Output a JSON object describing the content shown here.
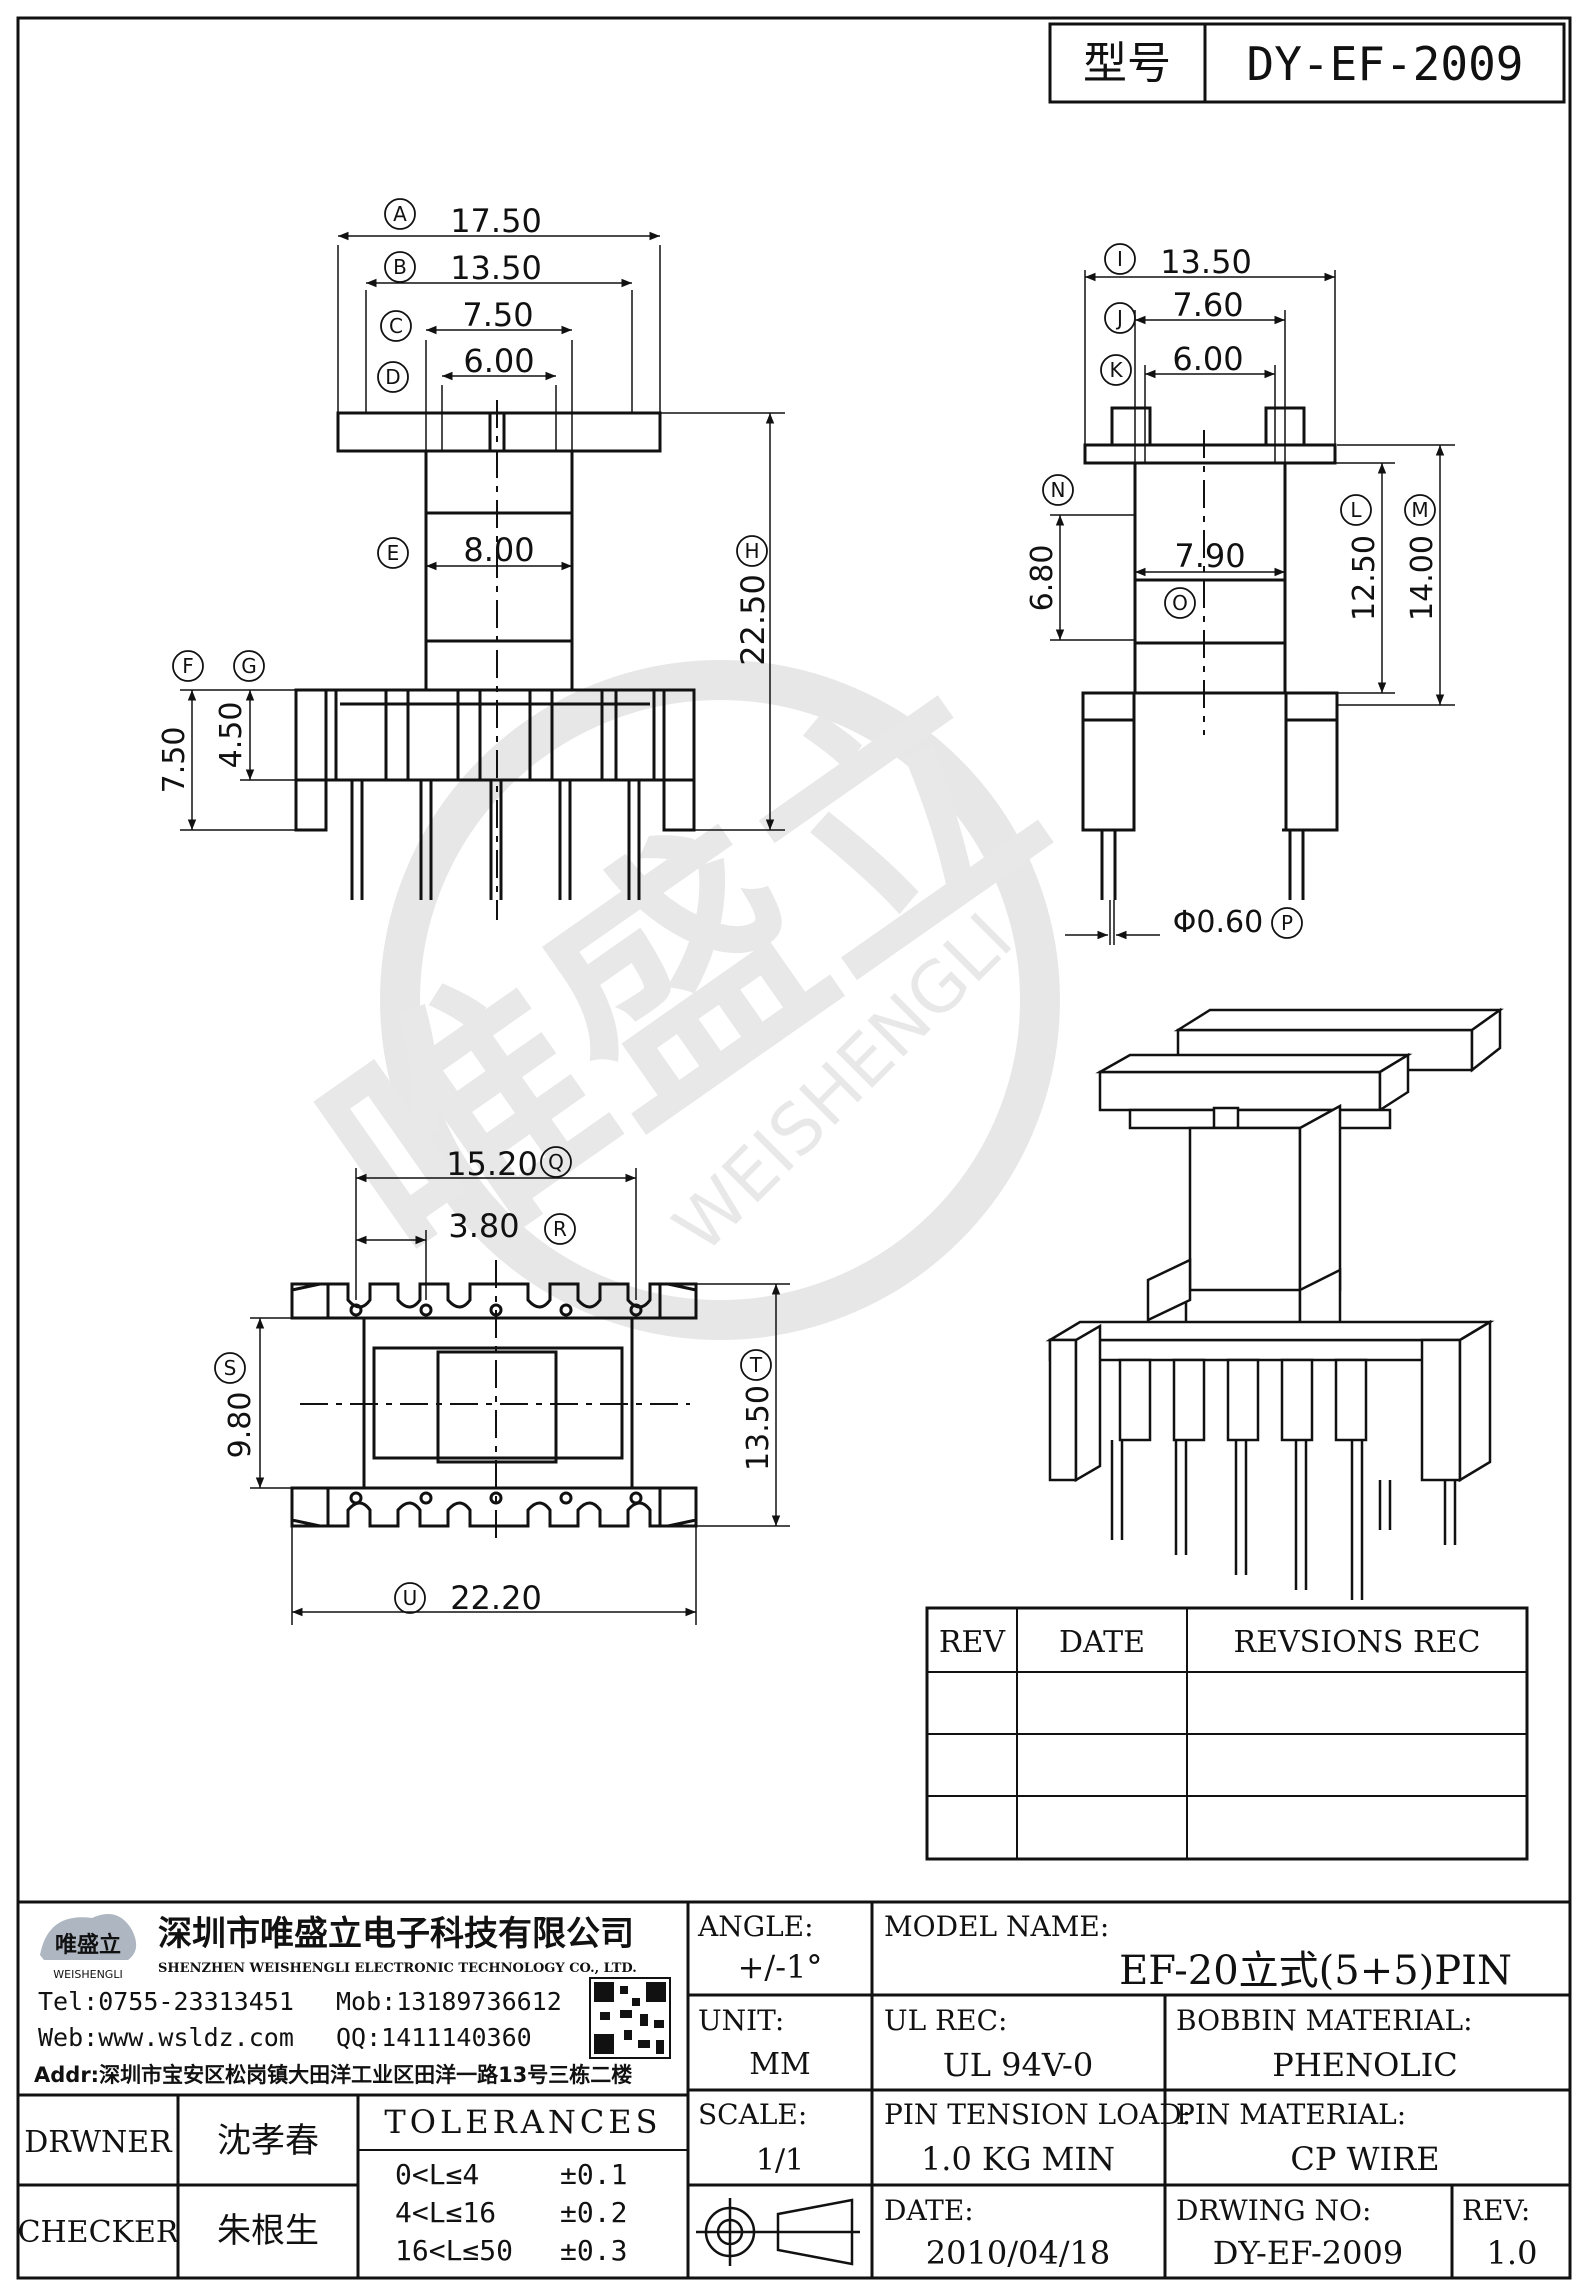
{
  "header": {
    "type_label": "型号",
    "part_no": "DY-EF-2009"
  },
  "dims": {
    "A": "17.50",
    "B": "13.50",
    "C": "7.50",
    "D": "6.00",
    "E": "8.00",
    "F": "7.50",
    "G": "4.50",
    "H": "22.50",
    "I": "13.50",
    "J": "7.60",
    "K": "6.00",
    "L": "12.50",
    "M": "14.00",
    "N": "6.80",
    "O": "7.90",
    "P": "Φ0.60",
    "Q": "15.20",
    "R": "3.80",
    "S": "9.80",
    "T": "13.50",
    "U": "22.20"
  },
  "letters": {
    "A": "A",
    "B": "B",
    "C": "C",
    "D": "D",
    "E": "E",
    "F": "F",
    "G": "G",
    "H": "H",
    "I": "I",
    "J": "J",
    "K": "K",
    "L": "L",
    "M": "M",
    "N": "N",
    "O": "O",
    "P": "P",
    "Q": "Q",
    "R": "R",
    "S": "S",
    "T": "T",
    "U": "U"
  },
  "watermark": {
    "cn": "唯盛立",
    "en": "WEISHENGLI"
  },
  "rev_table": {
    "headers": [
      "REV",
      "DATE",
      "REVSIONS REC"
    ],
    "rows": [
      [
        "",
        "",
        ""
      ],
      [
        "",
        "",
        ""
      ],
      [
        "",
        "",
        ""
      ]
    ]
  },
  "company": {
    "logo_cn": "唯盛立",
    "logo_en": "WEISHENGLI",
    "name_cn": "深圳市唯盛立电子科技有限公司",
    "name_en": "SHENZHEN WEISHENGLI ELECTRONIC TECHNOLOGY CO., LTD.",
    "tel": "Tel:0755-23313451",
    "mob": "Mob:13189736612",
    "web": "Web:www.wsldz.com",
    "qq": "QQ:1411140360",
    "addr": "Addr:深圳市宝安区松岗镇大田洋工业区田洋一路13号三栋二楼"
  },
  "title_block": {
    "angle_label": "ANGLE:",
    "angle_value": "+/-1°",
    "model_label": "MODEL NAME:",
    "model_value": "EF-20立式(5+5)PIN",
    "unit_label": "UNIT:",
    "unit_value": "MM",
    "ul_label": "UL REC:",
    "ul_value": "UL 94V-0",
    "bobbin_label": "BOBBIN MATERIAL:",
    "bobbin_value": "PHENOLIC",
    "scale_label": "SCALE:",
    "scale_value": "1/1",
    "tension_label": "PIN TENSION LOAD:",
    "tension_value": "1.0 KG MIN",
    "pinmat_label": "PIN MATERIAL:",
    "pinmat_value": "CP WIRE",
    "date_label": "DATE:",
    "date_value": "2010/04/18",
    "drwno_label": "DRWING NO:",
    "drwno_value": "DY-EF-2009",
    "rev_label": "REV:",
    "rev_value": "1.0",
    "drawer_label": "DRWNER",
    "drawer_value": "沈孝春",
    "checker_label": "CHECKER",
    "checker_value": "朱根生",
    "tol_label": "TOLERANCES",
    "tol_rows": [
      [
        "0<L≤4",
        "±0.1"
      ],
      [
        "4<L≤16",
        "±0.2"
      ],
      [
        "16<L≤50",
        "±0.3"
      ]
    ]
  }
}
